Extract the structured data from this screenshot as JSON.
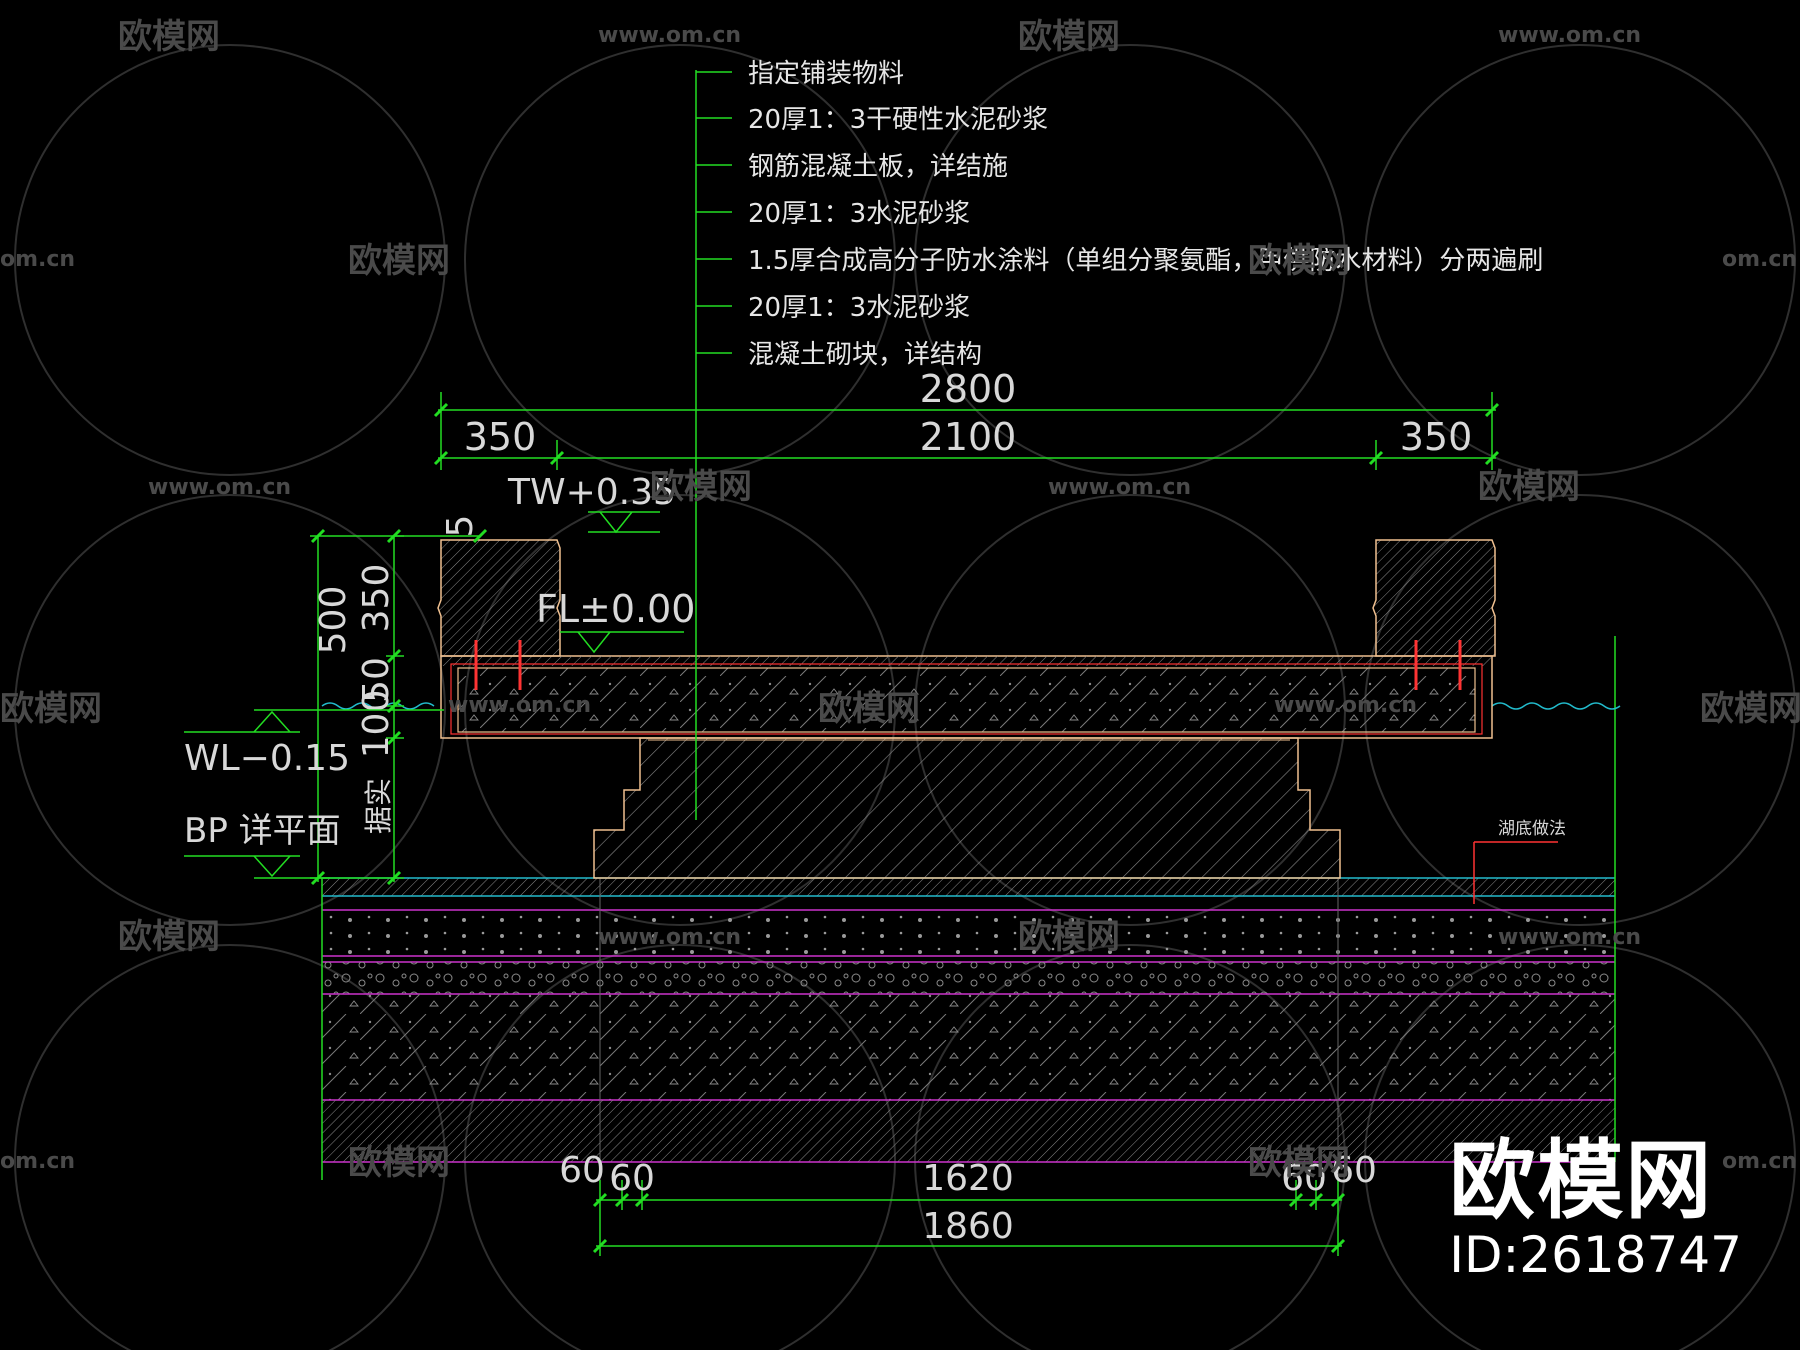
{
  "colors": {
    "background": "#000000",
    "dimension": "#22dd22",
    "hatch": "#aaaaaa",
    "outline": "#f0c090",
    "rebar": "#ff3333",
    "water": "#22bbcc",
    "layer_line": "#cc33cc",
    "text": "#e6e6e6",
    "watermark": "#4a4a4a"
  },
  "material_notes": [
    "指定铺装物料",
    "20厚1：3干硬性水泥砂浆",
    "钢筋混凝土板，详结施",
    "20厚1：3水泥砂浆",
    "1.5厚合成高分子防水涂料（单组分聚氨酯，甲供防水材料）分两遍刷",
    "20厚1：3水泥砂浆",
    "混凝土砌块，详结构"
  ],
  "dimensions": {
    "top_total": "2800",
    "top_left": "350",
    "top_middle": "2100",
    "top_right": "350",
    "left_total": "500",
    "left_350": "350",
    "left_5": "5",
    "left_50": "50",
    "left_100": "100",
    "left_fill": "据实",
    "bottom_total": "1860",
    "bottom_middle": "1620",
    "bottom_l1": "60",
    "bottom_l2": "60",
    "bottom_r1": "60",
    "bottom_r2": "60"
  },
  "levels": {
    "tw": "TW+0.35",
    "fl": "FL±0.00",
    "wl": "WL−0.15",
    "bp": "BP 详平面"
  },
  "annotations": {
    "pool_bottom": "湖底做法"
  },
  "watermarks": {
    "site": "www.om.cn",
    "brand": "欧模网",
    "partial_site": "om.cn",
    "logo_text": "欧模网",
    "logo_id": "ID:2618747"
  }
}
